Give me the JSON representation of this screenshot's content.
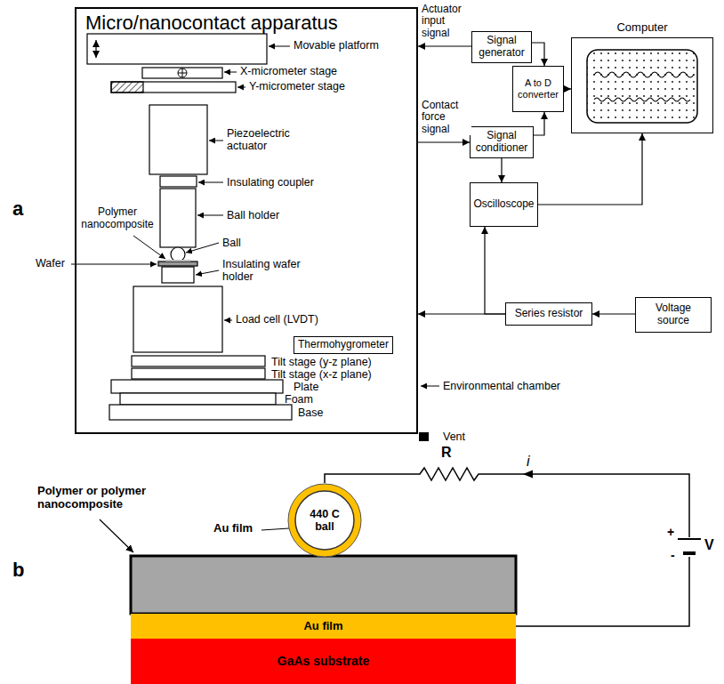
{
  "diagram": {
    "nodes": [
      {
        "text": [
          "Micro/nanocontact apparatus"
        ]
      },
      {
        "text": [
          "Thermohygrometer"
        ],
        "in": 0
      },
      {
        "text": [
          "Signal generator"
        ]
      },
      {
        "text": [
          "A to D converter"
        ]
      },
      {
        "text": [
          "Computer"
        ]
      },
      {
        "text": [
          "Signal conditioner"
        ]
      },
      {
        "text": [
          "Oscilloscope"
        ]
      },
      {
        "text": [
          "Series resistor"
        ]
      },
      {
        "text": [
          "Voltage source"
        ]
      },
      {
        "text": [
          "440 C ball"
        ]
      },
      {
        "text": [
          "Au film"
        ]
      },
      {
        "text": [
          "GaAs substrate"
        ]
      }
    ],
    "edges": [
      {
        "from": 2,
        "to": 0,
        "label": "Actuator input signal",
        "arrow": "to"
      },
      {
        "from": 2,
        "to": 3,
        "arrow": "to"
      },
      {
        "from": 3,
        "to": 4,
        "arrow": "to"
      },
      {
        "from": 0,
        "to": 5,
        "label": "Contact force signal",
        "arrow": "to"
      },
      {
        "from": 5,
        "to": 3,
        "arrow": "to"
      },
      {
        "from": 5,
        "to": 6,
        "arrow": "to"
      },
      {
        "from": 6,
        "to": 4,
        "arrow": "to"
      },
      {
        "from": 7,
        "to": 0,
        "arrow": "to"
      },
      {
        "from": 7,
        "to": 6,
        "arrow": "to"
      },
      {
        "from": 8,
        "to": 7,
        "arrow": "to"
      },
      {
        "from": 9,
        "to": 10,
        "arrow": "none"
      }
    ],
    "labels": [
      "a",
      "b",
      "Movable platform",
      "X-micrometer stage",
      "Y-micrometer stage",
      "Piezoelectric actuator",
      "Insulating coupler",
      "Ball holder",
      "Polymer nanocomposite",
      "Ball",
      "Wafer",
      "Insulating wafer holder",
      "Load cell (LVDT)",
      "Tilt stage (y-z plane)",
      "Tilt stage (x-z plane)",
      "Plate",
      "Foam",
      "Base",
      "Environmental chamber",
      "Vent",
      "Polymer or polymer nanocomposite",
      "Au film",
      "R",
      "i",
      "+",
      "-",
      "V"
    ]
  }
}
